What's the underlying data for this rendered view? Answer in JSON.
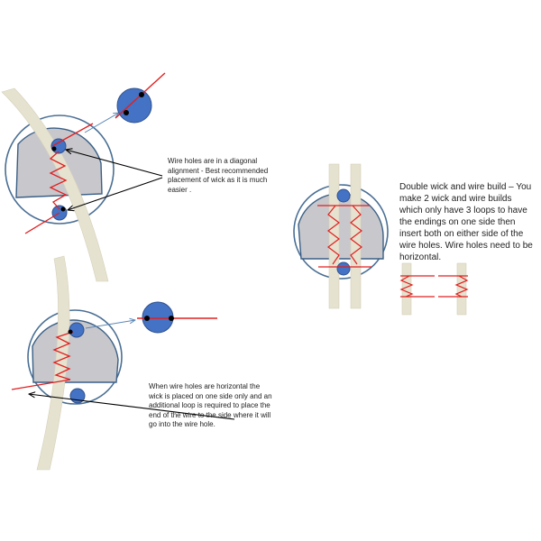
{
  "notes": {
    "diagonal": "Wire holes are in a diagonal alignment - Best recommended placement of wick as it is much easier .",
    "horizontal": "When wire holes are horizontal the wick is placed on one side only and an additional loop is required to place the end of the wire to the side where it will go into the wire hole.",
    "double": "Double wick and wire build – You make 2 wick and wire builds which only have 3 loops to have the endings on one side then insert both on either side of the wire holes. Wire holes need to be horizontal."
  },
  "colors": {
    "wick": "#e6e2d0",
    "deck_fill": "#c8c8cc",
    "deck_stroke": "#3a5f86",
    "outer_ring": "#4a6f94",
    "hole": "#4472c4",
    "hole_stroke": "#2f528f",
    "wire": "#e02020",
    "arrow_black": "#000000",
    "arrow_blue": "#5a86b8"
  }
}
